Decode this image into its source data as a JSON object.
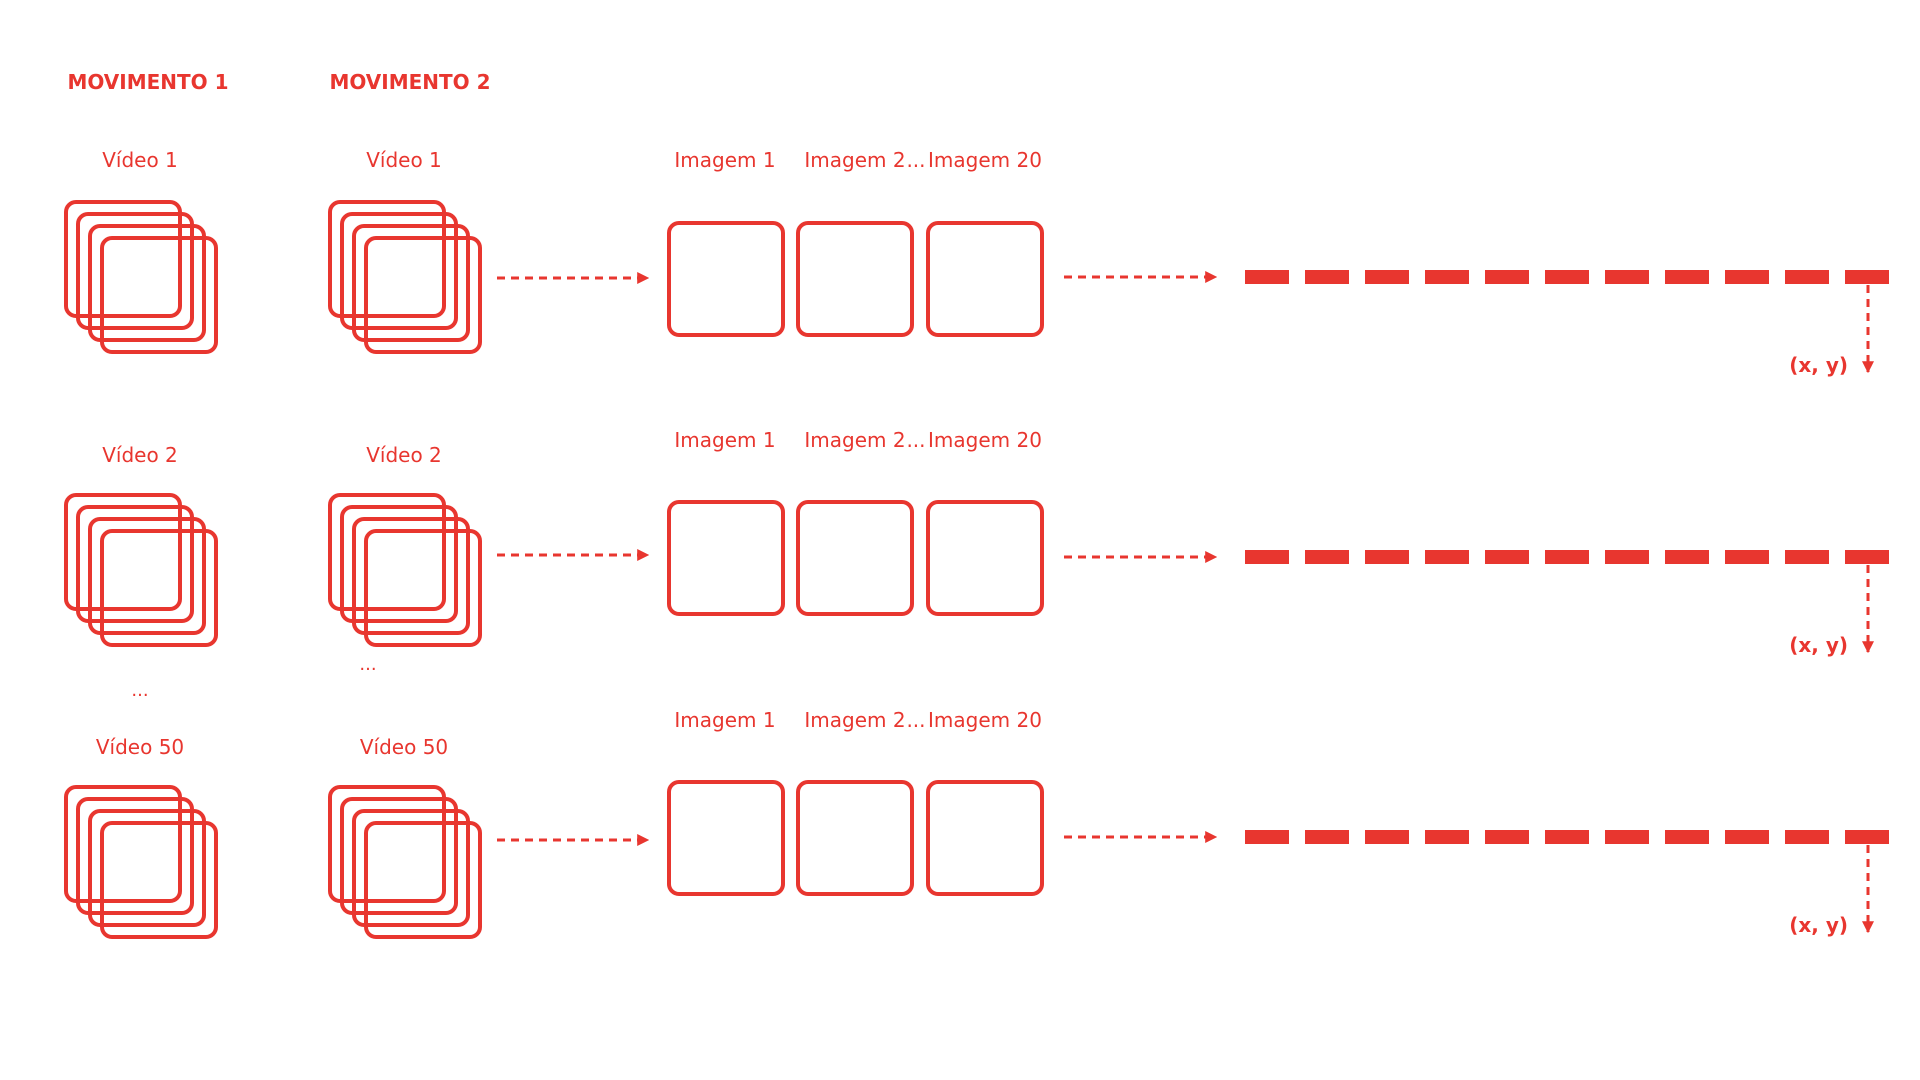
{
  "colors": {
    "accent": "#e8362f",
    "background": "#ffffff"
  },
  "headings": {
    "movement1": "MOVIMENTO 1",
    "movement2": "MOVIMENTO 2"
  },
  "rows": [
    {
      "video_label_m1": "Vídeo 1",
      "video_label_m2": "Vídeo 1",
      "image_labels": [
        "Imagem 1",
        "Imagem 2",
        "Imagem 20"
      ],
      "image_ellipsis": "...",
      "output_label": "(x, y)"
    },
    {
      "video_label_m1": "Vídeo 2",
      "video_label_m2": "Vídeo 2",
      "image_labels": [
        "Imagem 1",
        "Imagem 2",
        "Imagem 20"
      ],
      "image_ellipsis": "...",
      "output_label": "(x, y)"
    },
    {
      "video_label_m1": "Vídeo 50",
      "video_label_m2": "Vídeo 50",
      "image_labels": [
        "Imagem 1",
        "Imagem 2",
        "Imagem 20"
      ],
      "image_ellipsis": "...",
      "output_label": "(x, y)"
    }
  ],
  "continuation": {
    "m1": "...",
    "m2": "..."
  }
}
